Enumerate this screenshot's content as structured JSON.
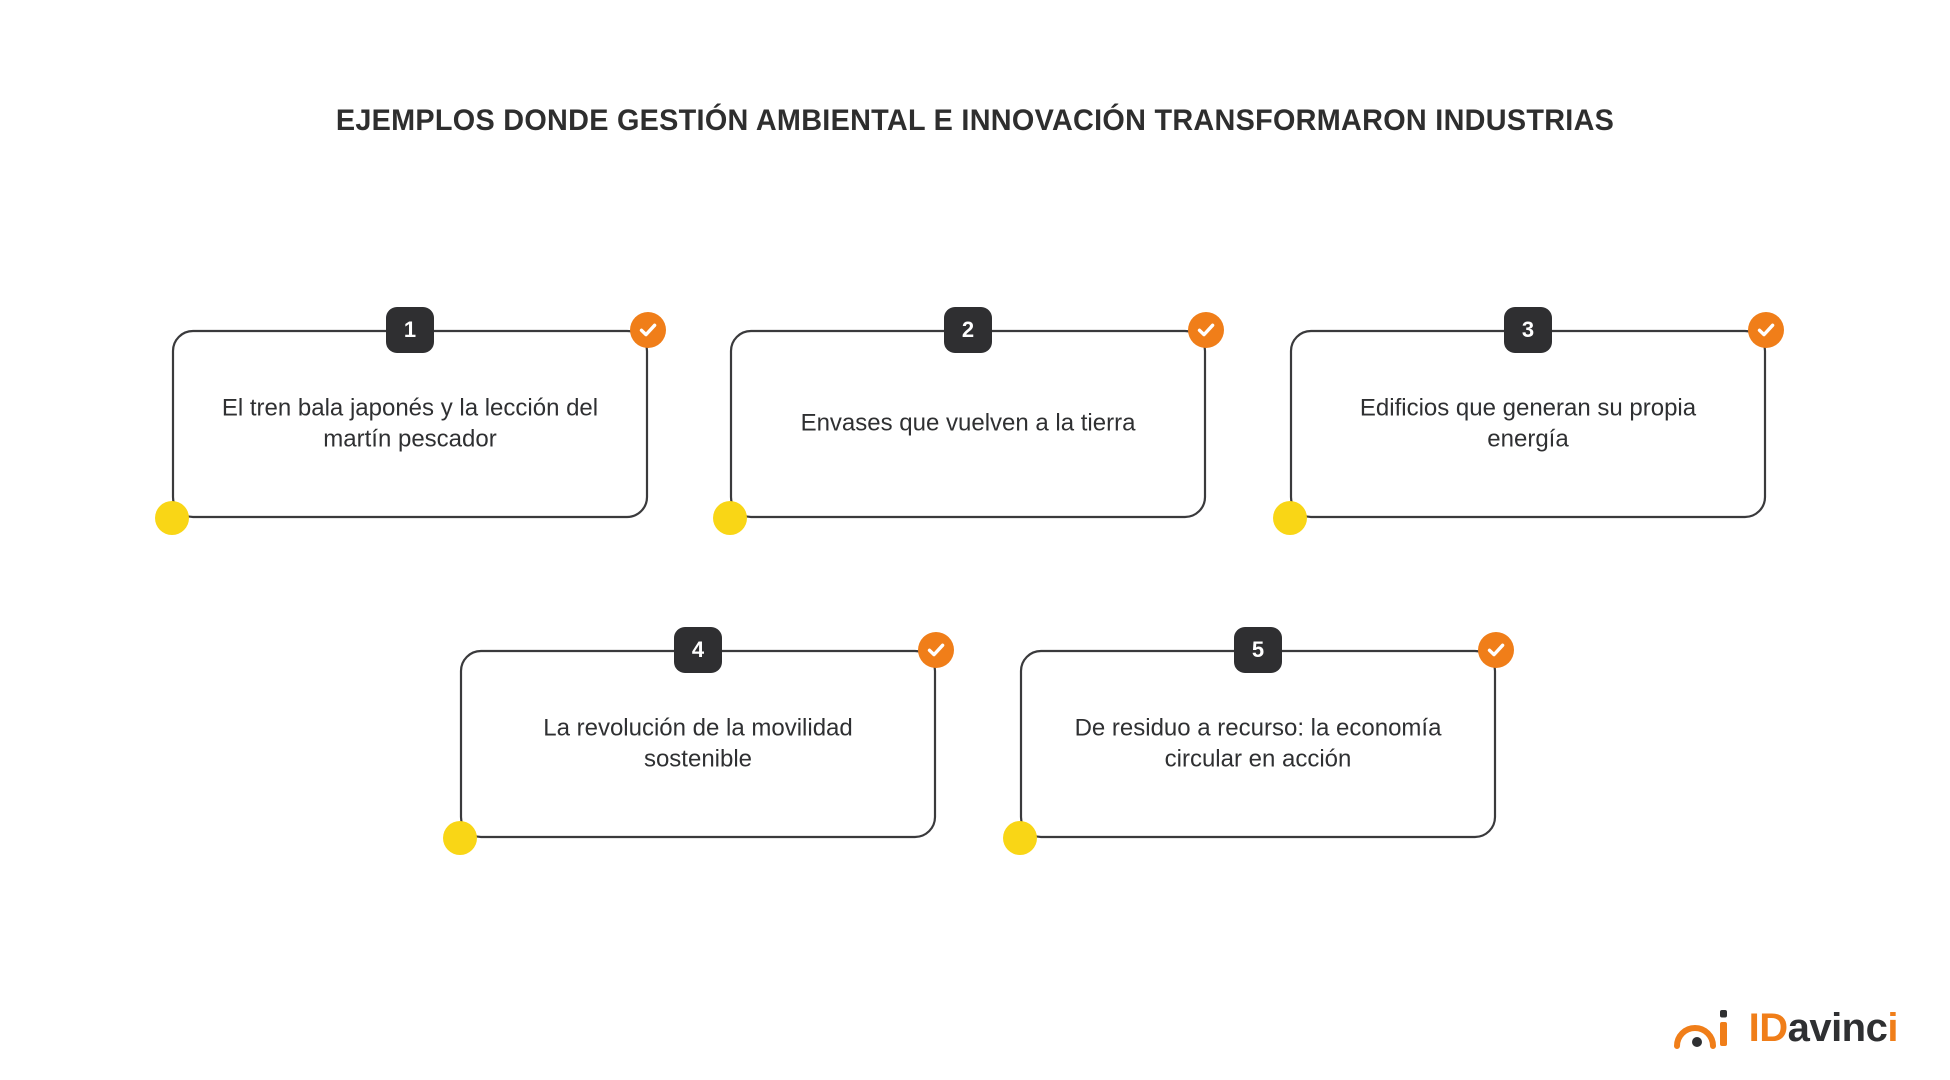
{
  "page": {
    "background_color": "#ffffff",
    "title": "EJEMPLOS DONDE GESTIÓN AMBIENTAL E INNOVACIÓN TRANSFORMARON INDUSTRIAS",
    "title_color": "#2e2e2e"
  },
  "colors": {
    "accent_orange": "#F07E19",
    "accent_yellow": "#F9D616",
    "dark": "#2f2f31",
    "border": "#3a3a3c",
    "text": "#2f3032"
  },
  "cards": [
    {
      "number": "1",
      "text": "El tren bala japonés y la lección del martín pescador",
      "check_icon": "check-circle-icon",
      "corner_icon": "yellow-dot-icon"
    },
    {
      "number": "2",
      "text": "Envases que vuelven a la tierra",
      "check_icon": "check-circle-icon",
      "corner_icon": "yellow-dot-icon"
    },
    {
      "number": "3",
      "text": "Edificios que generan su propia energía",
      "check_icon": "check-circle-icon",
      "corner_icon": "yellow-dot-icon"
    },
    {
      "number": "4",
      "text": "La revolución de la movilidad sostenible",
      "check_icon": "check-circle-icon",
      "corner_icon": "yellow-dot-icon"
    },
    {
      "number": "5",
      "text": "De residuo a recurso: la economía circular en acción",
      "check_icon": "check-circle-icon",
      "corner_icon": "yellow-dot-icon"
    }
  ],
  "logo": {
    "mark_icon": "ai-swoosh-icon",
    "mark_letter": "i",
    "word_part1": "ID",
    "word_part2": "avinc",
    "word_part3": "i"
  }
}
